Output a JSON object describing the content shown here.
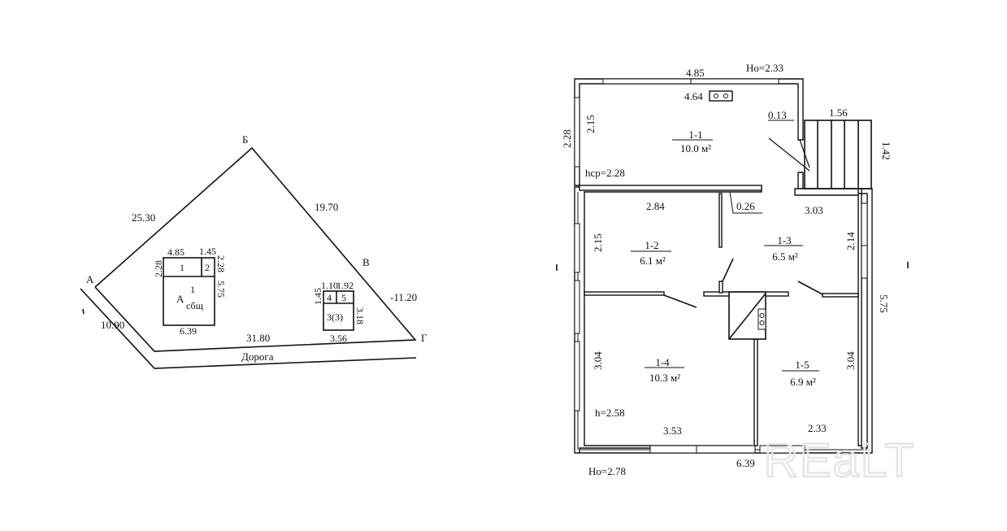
{
  "site_plan": {
    "vertices": {
      "a": "А",
      "b": "Б",
      "v": "В",
      "g": "Г"
    },
    "edges": {
      "ab": "25.30",
      "bv": "19.70",
      "vg": "-11.20",
      "ga": "31.80",
      "a_road": "10.90"
    },
    "road_label": "Дорога",
    "house": {
      "top_left": "4.85",
      "top_right": "1.45",
      "left_h": "2.28",
      "right_h": "2.28",
      "right_main": "5.75",
      "bottom": "6.39",
      "room1": "1",
      "room2": "2",
      "letter": "А",
      "floor": "1",
      "sub": "сбщ"
    },
    "outbuilding": {
      "top_left": "1.10",
      "top_right": "1.92",
      "left_h": "1.45",
      "right_h": "3.18",
      "bottom": "3.56",
      "room4": "4",
      "room5": "5",
      "room3": "3(3)"
    }
  },
  "floor_plan": {
    "top_ho": "Ho=2.33",
    "bottom_ho": "Ho=2.78",
    "dims": {
      "top_width": "4.85",
      "inner_top": "4.64",
      "porch_gap": "0.13",
      "stairs_w": "1.56",
      "stairs_h": "1.42",
      "outer_left_top": "2.28",
      "inner_left_top": "2.15",
      "room2_top": "2.84",
      "partition": "0.26",
      "room3_top": "3.03",
      "room2_left": "2.15",
      "room3_right": "2.14",
      "right_total": "5.75",
      "room4_left": "3.04",
      "room5_right": "3.04",
      "room4_bottom": "3.53",
      "room5_bottom": "2.33",
      "bottom_total": "6.39"
    },
    "heights": {
      "veranda": "hcp=2.28",
      "house": "h=2.58"
    },
    "rooms": [
      {
        "id": "1-1",
        "area": "10.0 м²"
      },
      {
        "id": "1-2",
        "area": "6.1 м²"
      },
      {
        "id": "1-3",
        "area": "6.5 м²"
      },
      {
        "id": "1-4",
        "area": "10.3 м²"
      },
      {
        "id": "1-5",
        "area": "6.9 м²"
      }
    ]
  },
  "watermark": "REaLT"
}
